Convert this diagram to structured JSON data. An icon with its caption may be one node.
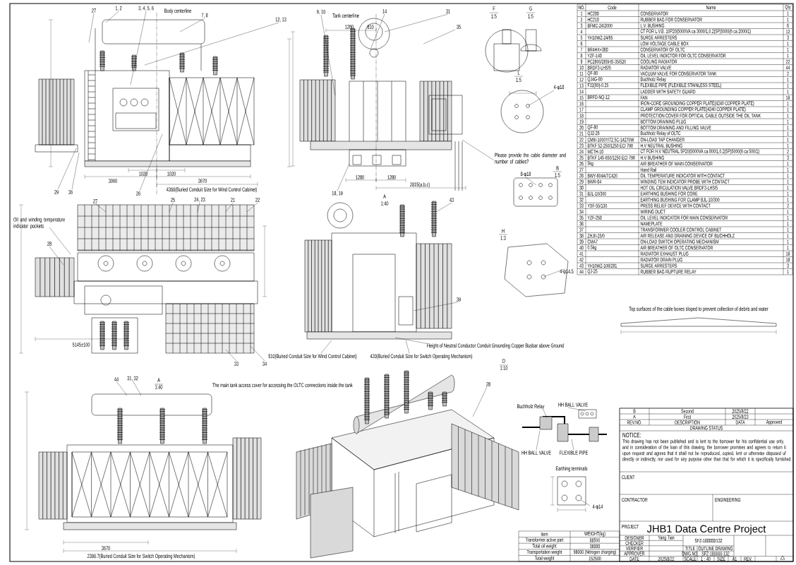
{
  "diagram": {
    "labels": [
      "1, 2",
      "3, 4, 5, 6",
      "Body centerline",
      "7, 8",
      "12, 13",
      "27",
      "3060",
      "1020",
      "1020",
      "3670",
      "29",
      "36",
      "26",
      "4360(Buried Conduit Size for Wind Control Cabinet)",
      "9, 10",
      "Tank centerline",
      "14",
      "31",
      "1280",
      "810",
      "35",
      "F",
      "1:5",
      "G",
      "1:5",
      "L",
      "1:5",
      "4-φ18",
      "Please provide the cable diameter and number of cables?",
      "1280",
      "1280",
      "2815(a,b,c)",
      "B",
      "1:5",
      "8-φ18",
      "18, 19",
      "A",
      "1:40",
      "43",
      "Oil and winding temperature indicator pockets",
      "27",
      "25",
      "24, 23",
      "21",
      "22",
      "28",
      "H",
      "1:3",
      "4-φ14.5",
      "5145±100",
      "39",
      "33",
      "34",
      "Height of Neutral Conductor Conduit Grounding Copper Busbar above Ground",
      "510(Buried Conduit Size for Wind Control Cabinet)",
      "420(Buried Conduit Size for Switch Operating Mechanism)",
      "D",
      "1:10",
      "44",
      "31, 32",
      "A",
      "1:40",
      "The main tank access cover for accessing the OLTC connections inside the tank",
      "28",
      "Buchholz Relay",
      "HH BALL VALVE",
      "HH BALL VALVE",
      "FLEXIBLE PIPE",
      "Earthing terminals",
      "4-φ14",
      "3670",
      "2390.7(Buried Conduit Size for Switch Operating Mechanism)",
      "Top surfaces of the cable boxes sloped to prevent collection of debris and water",
      "NO.",
      "Code",
      "Name",
      "Qty",
      "1",
      "HC200",
      "CONSERVATOR",
      "1",
      "2",
      "HC210",
      "RUBBER BAG FOR CONSERVATOR",
      "1",
      "3",
      "BFMC-24/2000",
      "L.V. BUSHING",
      "6",
      "4",
      "CT FOR L.V.B. 10P20(5000VA ca 3000/1,0.2(5P)5000(6 ca 2000/1)",
      "12",
      "5",
      "YH10WZ-24/85",
      "SURGE ARRESTERS",
      "3",
      "6",
      "LOW VOLTAGE CABLE BOX",
      "1",
      "7",
      "BR4HX×360",
      "CONSERVATOR OF OLTC",
      "1",
      "8",
      "YZF-140",
      "OIL LEVEL INDICTOR FOR OLTC CONSERVATOR",
      "1",
      "9",
      "PC2800/28SHS-35/520",
      "COOLING RADIATOR",
      "22",
      "10",
      "BRDF3-LHS/5",
      "RADIATOR VALVE",
      "44",
      "11",
      "QF-80",
      "VACUUM VALVE FOR CONSERVATOR TANK",
      "2",
      "12",
      "QJ4G-80",
      "Buchholz Relay",
      "1",
      "13",
      "FJ2(80)-0.25",
      "FLEXIBLE PIPE (FLEXIBLE STAINLESS STEEL)",
      "1",
      "14",
      "LADDER WITH SAFETY GUARD",
      "1",
      "15",
      "BRFD-NQ-12",
      "FAN",
      "18",
      "16",
      "IRON-CORE GROUNDING COPPER PLATE(4240 COPPER PLATE)",
      "1",
      "17",
      "CLAMP GROUNDING COPPER PLATE(4240 COPPER PLATE)",
      "1",
      "18",
      "PROTECTION COVER FOR OPTICAL CABLE OUTSIDE THE OIL TANK",
      "1",
      "19",
      "BOTTOM DRAINING PLUG",
      "1",
      "20",
      "QF-80",
      "BOTTOM DRAINING AND FILLING VALVE",
      "1",
      "21",
      "QJ2-25",
      "Buchholz Relay of OLTC",
      "1",
      "22",
      "CMIII-1000Y/72.5C-14270W",
      "ON-LOAD TAP CHANGER",
      "1",
      "23",
      "BTKF 52-250/1250 ECI 798",
      "H.V NEUTRAL BUSHING",
      "1",
      "24",
      "MCTH-10",
      "CT FOR H.V NEUTRAL 5P20(5000VA ca 800/1,0.2(5P)5000(6 ca 500/1)",
      "2",
      "25",
      "BTKF 145-650/1250 ECI 798",
      "H.V BUSHING",
      "3",
      "26",
      "5kg",
      "AIR BREATHER OF MAIN CONSERVATOR",
      "1",
      "27",
      "Hand Rail",
      "1",
      "28",
      "BWY-804A/TC420",
      "OIL TEMPERATURE INDICATOR WITH CONTACT",
      "1",
      "29",
      "BWR-04",
      "WINDING TEM INDICATOR PROBE WITH CONTACT",
      "1",
      "30",
      "HOT OIL CIRCULATION VALVE BRDF3-LHS/5",
      "1",
      "31",
      "BJL-10/300",
      "EARTHING BUSHING FOR CORE",
      "1",
      "32",
      "EARTHING BUSHING FOR CLAMP BJL-10/300",
      "1",
      "33",
      "YSF-55/130",
      "PRESS RELIEF DEVICE WITH CONTACT",
      "2",
      "34",
      "WIRING DUCT",
      "1",
      "35",
      "YZF-250",
      "OIL LEVEL INDICATOR FOR MAIN CONSERVATOR",
      "1",
      "36",
      "NAMEPLATE",
      "1",
      "37",
      "TRANSFORMER COOLER CONTROL CABINET",
      "1",
      "38",
      "ZHJII-25/0",
      "AIR RELEASE AND DRAINING DEVICE OF BUCHHOLZ",
      "1",
      "39",
      "CMA7",
      "ON-LOAD SWITCH OPERATING MECHANISM",
      "1",
      "40",
      "0.5kg",
      "AIR BREATHER OF OLTC CONSERVATOR",
      "1",
      "41",
      "RADIATOR EXHAUST PLUG",
      "18",
      "42",
      "RADIATOR DRAIN PLUG",
      "18",
      "43",
      "YH10WZ-108/281",
      "SURGE ARRESTERS",
      "3",
      "44",
      "QJ-25",
      "RUBBER BAG RUPTURE RELAY",
      "1",
      "Item",
      "WEIGHT(kg)",
      "Transformer active part",
      "88500",
      "Total oil weight",
      "36000",
      "Transportation weight",
      "98000 (Nitrogen charging)",
      "Total weight",
      "152500",
      "B",
      "Second",
      "2025/8/22",
      "A",
      "First",
      "2025/8/23",
      "REV.NO.",
      "DESCRIPTION",
      "DATA",
      "Approved",
      "DRAWING STATUS",
      "NOTICE:",
      "This drawing has not been published and is lent to the borrower for his confidential use only, and in consideration of the loan of this drawing, the borrower promises and agrees to return it upon request and agrees that it shall not be reproduced, copied, lent or otherwise disposed of directly or indirectly, nor used for any purpose other than that for which it is specifically furnished.",
      "CLIENT",
      "CONTRACTOR",
      "ENGINEERING",
      "PROJECT",
      "JHB1 Data Centre Project",
      "DESIGNER",
      "Yang Tian",
      "SFZ-180000/132",
      "CHECKER",
      "VERIFIER",
      "TITLE",
      "OUTLINE DRAWING",
      "APPROVER",
      "DWG.NO.",
      "SFZ-180000-132",
      "DATE",
      "2025/8/22",
      "SCALE",
      "1 : 40",
      "SIZE",
      "A1",
      "REV."
    ]
  }
}
